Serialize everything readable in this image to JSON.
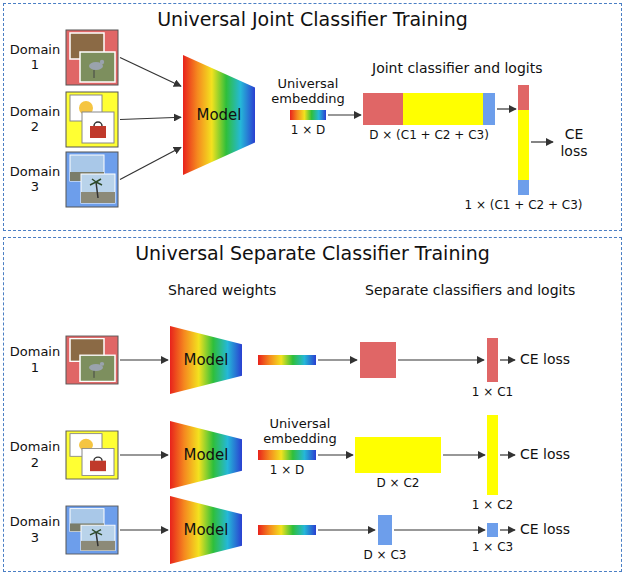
{
  "diagram": {
    "nodes": [
      {
        "text": [
          "Universal Joint Classifier Training"
        ]
      },
      {
        "text": [
          "Domain 1"
        ],
        "in": 0
      },
      {
        "text": [
          "Domain 2"
        ],
        "in": 0
      },
      {
        "text": [
          "Domain 3"
        ],
        "in": 0
      },
      {
        "text": [
          "Model"
        ],
        "in": 0
      },
      {
        "text": [
          "Universal embedding",
          "1 × D"
        ],
        "in": 0
      },
      {
        "text": [
          "D × (C1 + C2 + C3)"
        ],
        "in": 0
      },
      {
        "text": [
          "1 × (C1 + C2 + C3)"
        ],
        "in": 0
      },
      {
        "text": [
          "Universal Separate Classifier Training"
        ]
      },
      {
        "text": [
          "Domain 1"
        ],
        "in": 8
      },
      {
        "text": [
          "Model"
        ],
        "in": 8
      },
      {
        "text": [
          "1 × C1"
        ],
        "in": 8
      },
      {
        "text": [
          "Domain 2"
        ],
        "in": 8
      },
      {
        "text": [
          "Model"
        ],
        "in": 8
      },
      {
        "text": [
          "Universal embedding",
          "1 × D"
        ],
        "in": 8
      },
      {
        "text": [
          "D × C2"
        ],
        "in": 8
      },
      {
        "text": [
          "1 × C2"
        ],
        "in": 8
      },
      {
        "text": [
          "Domain 3"
        ],
        "in": 8
      },
      {
        "text": [
          "Model"
        ],
        "in": 8
      },
      {
        "text": [
          "D × C3"
        ],
        "in": 8
      },
      {
        "text": [
          "1 × C3"
        ],
        "in": 8
      }
    ],
    "edges": [
      {
        "from": 1,
        "to": 4,
        "arrow": "to"
      },
      {
        "from": 2,
        "to": 4,
        "arrow": "to"
      },
      {
        "from": 3,
        "to": 4,
        "arrow": "to"
      },
      {
        "from": 5,
        "to": 6,
        "arrow": "to"
      },
      {
        "from": 6,
        "to": 7,
        "arrow": "to"
      },
      {
        "from": 9,
        "to": 10,
        "arrow": "to"
      },
      {
        "from": 12,
        "to": 13,
        "arrow": "to"
      },
      {
        "from": 14,
        "to": 15,
        "arrow": "to"
      },
      {
        "from": 15,
        "to": 16,
        "arrow": "to"
      },
      {
        "from": 17,
        "to": 18,
        "arrow": "to"
      },
      {
        "from": 19,
        "to": 20,
        "arrow": "to"
      }
    ],
    "labels": [
      "Joint classifier and logits",
      "CE loss",
      "Shared weights",
      "Separate classifiers and logits",
      "CE loss",
      "CE loss",
      "CE loss"
    ]
  }
}
